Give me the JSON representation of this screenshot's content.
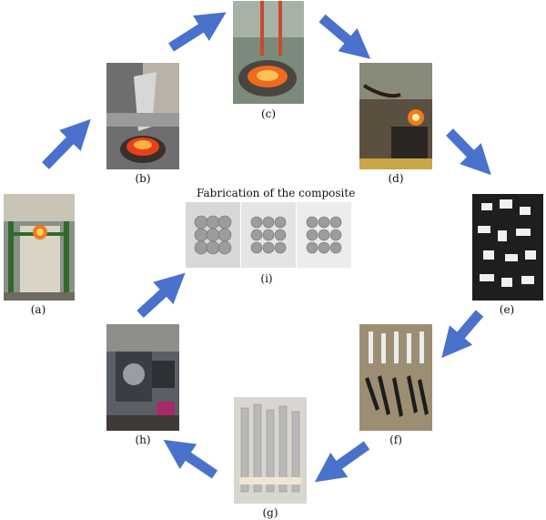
{
  "title": "Fabrication of the composite",
  "steps": [
    {
      "id": "a",
      "label": "(a)"
    },
    {
      "id": "b",
      "label": "(b)"
    },
    {
      "id": "c",
      "label": "(c)"
    },
    {
      "id": "d",
      "label": "(d)"
    },
    {
      "id": "e",
      "label": "(e)"
    },
    {
      "id": "f",
      "label": "(f)"
    },
    {
      "id": "g",
      "label": "(g)"
    },
    {
      "id": "h",
      "label": "(h)"
    },
    {
      "id": "i",
      "label": "(i)"
    }
  ],
  "colors": {
    "arrow": "#4a72cc",
    "flame": "#f06a1e",
    "metal": "#b7b7b7"
  }
}
